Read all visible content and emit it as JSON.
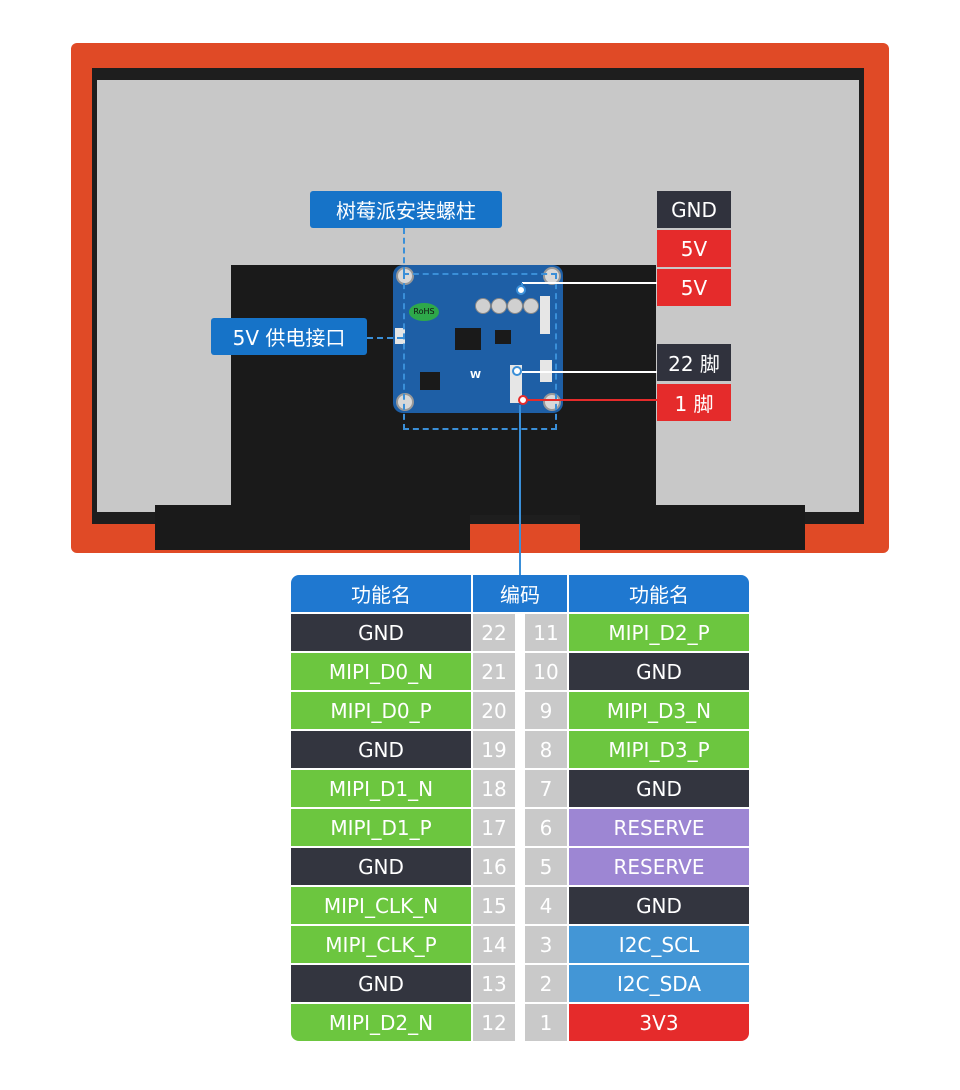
{
  "labels": {
    "mount": "树莓派安装螺柱",
    "power": "5V 供电接口",
    "gnd": "GND",
    "v5a": "5V",
    "v5b": "5V",
    "pin22": "22 脚",
    "pin1": "1 脚",
    "rohs": "RoHS"
  },
  "table": {
    "headers": [
      "功能名",
      "编码",
      "功能名"
    ],
    "rows": [
      {
        "left": "GND",
        "lnum": "22",
        "rnum": "11",
        "right": "MIPI_D2_P"
      },
      {
        "left": "MIPI_D0_N",
        "lnum": "21",
        "rnum": "10",
        "right": "GND"
      },
      {
        "left": "MIPI_D0_P",
        "lnum": "20",
        "rnum": "9",
        "right": "MIPI_D3_N"
      },
      {
        "left": "GND",
        "lnum": "19",
        "rnum": "8",
        "right": "MIPI_D3_P"
      },
      {
        "left": "MIPI_D1_N",
        "lnum": "18",
        "rnum": "7",
        "right": "GND"
      },
      {
        "left": "MIPI_D1_P",
        "lnum": "17",
        "rnum": "6",
        "right": "RESERVE"
      },
      {
        "left": "GND",
        "lnum": "16",
        "rnum": "5",
        "right": "RESERVE"
      },
      {
        "left": "MIPI_CLK_N",
        "lnum": "15",
        "rnum": "4",
        "right": "GND"
      },
      {
        "left": "MIPI_CLK_P",
        "lnum": "14",
        "rnum": "3",
        "right": "I2C_SCL"
      },
      {
        "left": "GND",
        "lnum": "13",
        "rnum": "2",
        "right": "I2C_SDA"
      },
      {
        "left": "MIPI_D2_N",
        "lnum": "12",
        "rnum": "1",
        "right": "3V3"
      }
    ]
  },
  "colors": {
    "GND": "#33353f",
    "MIPI": "#6cc63f",
    "RESERVE": "#9d86d3",
    "I2C": "#4396d6",
    "3V3": "#e52b2b",
    "header": "#1f78d0",
    "frame": "#e04a26"
  }
}
